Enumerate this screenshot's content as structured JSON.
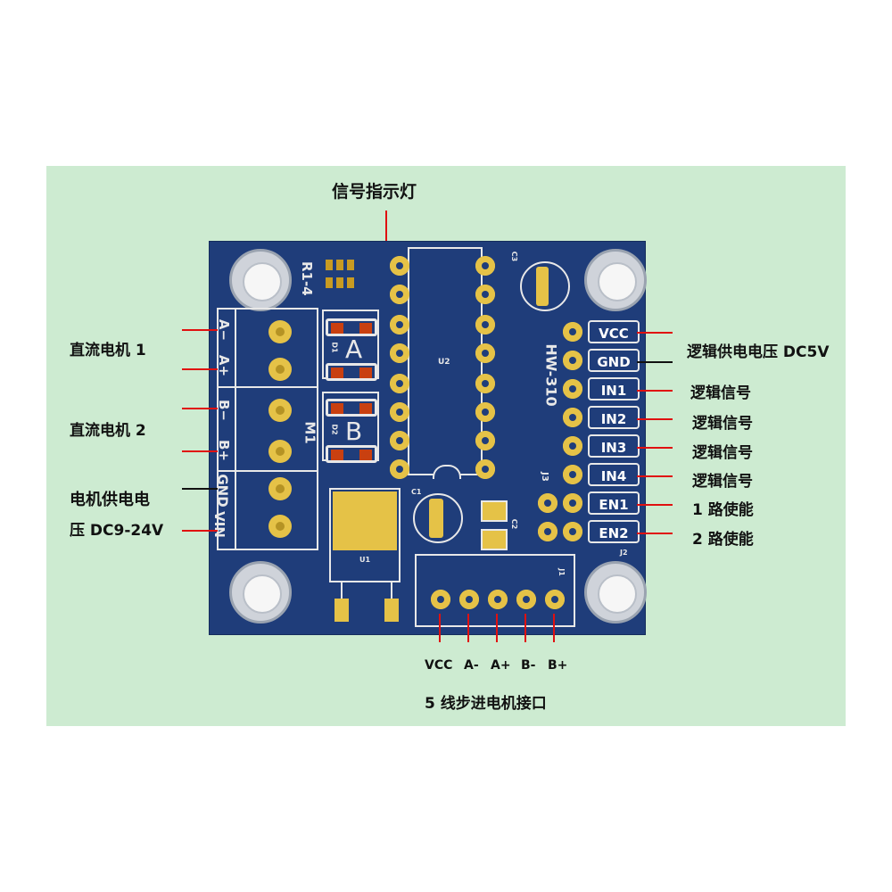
{
  "title_top": "信号指示灯",
  "left_labels": {
    "dc_motor_1": "直流电机 1",
    "dc_motor_2": "直流电机 2",
    "motor_supply_line1": "电机供电电",
    "motor_supply_line2": "压 DC9-24V"
  },
  "right_labels": {
    "vcc": "逻辑供电电压 DC5V",
    "in1": "逻辑信号",
    "in2": "逻辑信号",
    "in3": "逻辑信号",
    "in4": "逻辑信号",
    "en1": "1 路使能",
    "en2": "2 路使能"
  },
  "pin_header": [
    "VCC",
    "GND",
    "IN1",
    "IN2",
    "IN3",
    "IN4",
    "EN1",
    "EN2"
  ],
  "terminal_labels": [
    "A−",
    "A+",
    "B−",
    "B+",
    "GND",
    "VIN"
  ],
  "stepper_pins": [
    "VCC",
    "A-",
    "A+",
    "B-",
    "B+"
  ],
  "stepper_title": "5 线步进电机接口",
  "silkscreen": {
    "r1_4": "R1-4",
    "hw": "HW-310",
    "u2": "U2",
    "u1": "U1",
    "m1": "M1",
    "j1": "J1",
    "j2": "J2",
    "j3": "J3",
    "c1": "C1",
    "c2": "C2",
    "c3": "C3",
    "d1": "D1",
    "d2": "D2",
    "led_a": "A",
    "led_b": "B"
  },
  "colors": {
    "board": "#1f3d7a",
    "pads": "#e5c247",
    "lead": "#e01010",
    "background": "#cdebd1"
  }
}
